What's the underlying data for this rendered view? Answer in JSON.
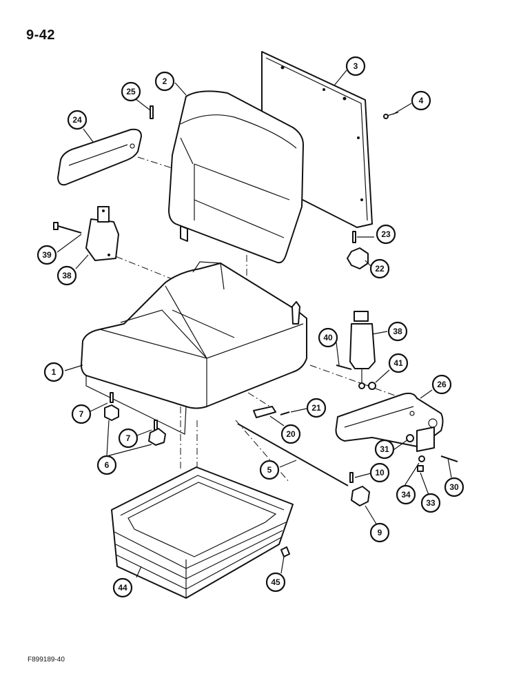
{
  "page_number": "9-42",
  "figure_id": "F899189-40",
  "callouts": [
    {
      "id": "1",
      "part": "seat-cushion"
    },
    {
      "id": "2",
      "part": "seat-back-cushion"
    },
    {
      "id": "3",
      "part": "back-panel"
    },
    {
      "id": "4",
      "part": "screw"
    },
    {
      "id": "5",
      "part": "rod"
    },
    {
      "id": "6",
      "part": "knob"
    },
    {
      "id": "7",
      "part": "pin"
    },
    {
      "id": "7",
      "part": "pin"
    },
    {
      "id": "9",
      "part": "knob"
    },
    {
      "id": "10",
      "part": "pin"
    },
    {
      "id": "20",
      "part": "bracket"
    },
    {
      "id": "21",
      "part": "screw"
    },
    {
      "id": "22",
      "part": "knob"
    },
    {
      "id": "23",
      "part": "pin"
    },
    {
      "id": "24",
      "part": "armrest-left"
    },
    {
      "id": "25",
      "part": "pin"
    },
    {
      "id": "26",
      "part": "armrest-right"
    },
    {
      "id": "30",
      "part": "bolt"
    },
    {
      "id": "31",
      "part": "spacer"
    },
    {
      "id": "33",
      "part": "nut"
    },
    {
      "id": "34",
      "part": "washer"
    },
    {
      "id": "38",
      "part": "seat-belt-buckle"
    },
    {
      "id": "38",
      "part": "seat-belt-buckle"
    },
    {
      "id": "39",
      "part": "bolt"
    },
    {
      "id": "40",
      "part": "bolt"
    },
    {
      "id": "41",
      "part": "washer"
    },
    {
      "id": "44",
      "part": "suspension-bellows"
    },
    {
      "id": "45",
      "part": "fastener"
    }
  ]
}
